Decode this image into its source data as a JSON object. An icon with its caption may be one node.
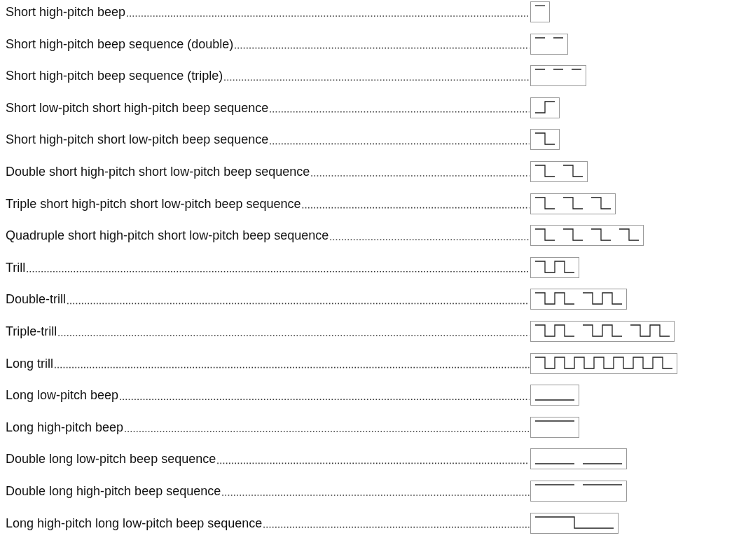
{
  "diagram": {
    "nodes": [
      {
        "text": [
          "Short high-pitch beep"
        ]
      },
      {
        "text": [],
        "shape": "picture"
      },
      {
        "text": [
          "Short high-pitch beep sequence (double)"
        ]
      },
      {
        "text": [],
        "shape": "picture"
      },
      {
        "text": [
          "Short high-pitch beep sequence (triple)"
        ]
      },
      {
        "text": [],
        "shape": "picture"
      },
      {
        "text": [
          "Short low-pitch short high-pitch beep sequence"
        ]
      },
      {
        "text": [],
        "shape": "picture"
      },
      {
        "text": [
          "Short high-pitch short low-pitch beep sequence"
        ]
      },
      {
        "text": [],
        "shape": "picture"
      },
      {
        "text": [
          "Double short high-pitch short low-pitch beep sequence"
        ]
      },
      {
        "text": [],
        "shape": "picture"
      },
      {
        "text": [
          "Triple short high-pitch short low-pitch beep sequence"
        ]
      },
      {
        "text": [],
        "shape": "picture"
      },
      {
        "text": [
          "Quadruple short high-pitch short low-pitch beep sequence"
        ]
      },
      {
        "text": [],
        "shape": "picture"
      },
      {
        "text": [
          "Trill"
        ]
      },
      {
        "text": [],
        "shape": "picture"
      },
      {
        "text": [
          "Double-trill"
        ]
      },
      {
        "text": [],
        "shape": "picture"
      },
      {
        "text": [
          "Triple-trill"
        ]
      },
      {
        "text": [],
        "shape": "picture"
      },
      {
        "text": [
          "Long trill"
        ]
      },
      {
        "text": [],
        "shape": "picture"
      },
      {
        "text": [
          "Long low-pitch beep"
        ]
      },
      {
        "text": [],
        "shape": "picture"
      },
      {
        "text": [
          "Long high-pitch beep"
        ]
      },
      {
        "text": [],
        "shape": "picture"
      },
      {
        "text": [
          "Double long low-pitch beep sequence"
        ]
      },
      {
        "text": [],
        "shape": "picture"
      },
      {
        "text": [
          "Double long high-pitch beep sequence"
        ]
      },
      {
        "text": [],
        "shape": "picture"
      },
      {
        "text": [
          "Long high-pitch long low-pitch beep sequence"
        ]
      },
      {
        "text": [],
        "shape": "picture"
      }
    ],
    "edges": [
      {
        "from": 0,
        "to": 1,
        "arrow": "none"
      },
      {
        "from": 2,
        "to": 3,
        "arrow": "none"
      },
      {
        "from": 4,
        "to": 5,
        "arrow": "none"
      },
      {
        "from": 6,
        "to": 7,
        "arrow": "none"
      },
      {
        "from": 8,
        "to": 9,
        "arrow": "none"
      },
      {
        "from": 10,
        "to": 11,
        "arrow": "none"
      },
      {
        "from": 12,
        "to": 13,
        "arrow": "none"
      },
      {
        "from": 14,
        "to": 15,
        "arrow": "none"
      },
      {
        "from": 16,
        "to": 17,
        "arrow": "none"
      },
      {
        "from": 18,
        "to": 19,
        "arrow": "none"
      },
      {
        "from": 20,
        "to": 21,
        "arrow": "none"
      },
      {
        "from": 22,
        "to": 23,
        "arrow": "none"
      },
      {
        "from": 24,
        "to": 25,
        "arrow": "none"
      },
      {
        "from": 26,
        "to": 27,
        "arrow": "none"
      },
      {
        "from": 28,
        "to": 29,
        "arrow": "none"
      },
      {
        "from": 30,
        "to": 31,
        "arrow": "none"
      },
      {
        "from": 32,
        "to": 33,
        "arrow": "none"
      }
    ]
  }
}
